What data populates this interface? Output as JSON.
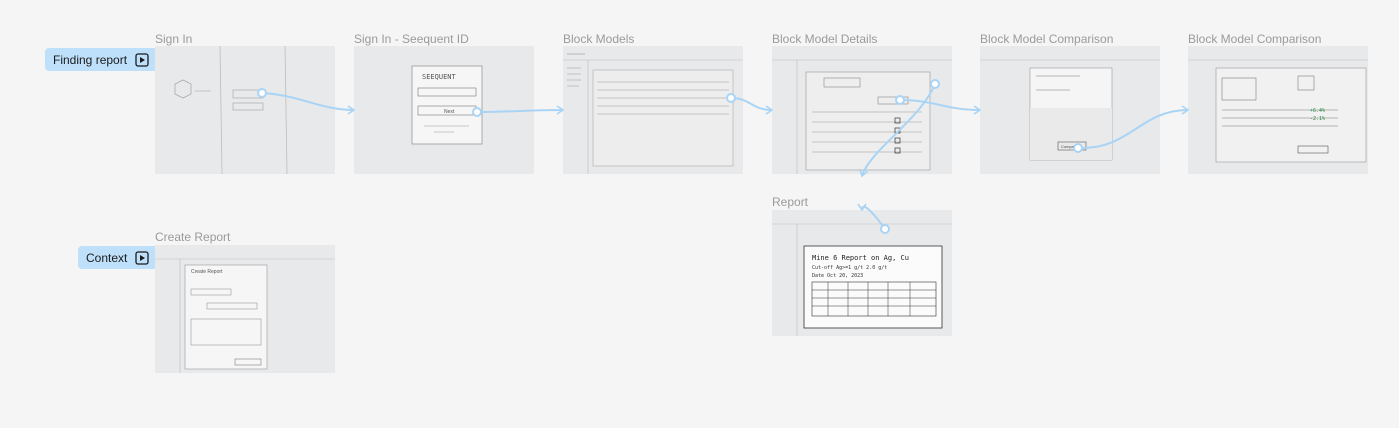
{
  "flows": {
    "finding_report": "Finding report",
    "context": "Context"
  },
  "frames": {
    "sign_in": "Sign In",
    "sign_in_seequent": "Sign In - Seequent ID",
    "block_models": "Block Models",
    "block_model_details": "Block Model Details",
    "block_model_comparison_1": "Block Model Comparison",
    "block_model_comparison_2": "Block Model Comparison",
    "report": "Report",
    "create_report": "Create Report"
  },
  "sketch_text": {
    "seequent": "SEEQUENT",
    "next": "Next",
    "report_title": "Mine 6 Report on Ag, Cu",
    "report_cutoff": "Cut-off  Ag>=1 g/t    2.0 g/t",
    "report_date": "Date  Oct 20, 2023",
    "compare": "Compare",
    "create_report": "Create Report"
  },
  "colors": {
    "accent": "#bfe0fb",
    "connector": "#a9d4f5",
    "canvas": "#f5f5f5"
  }
}
